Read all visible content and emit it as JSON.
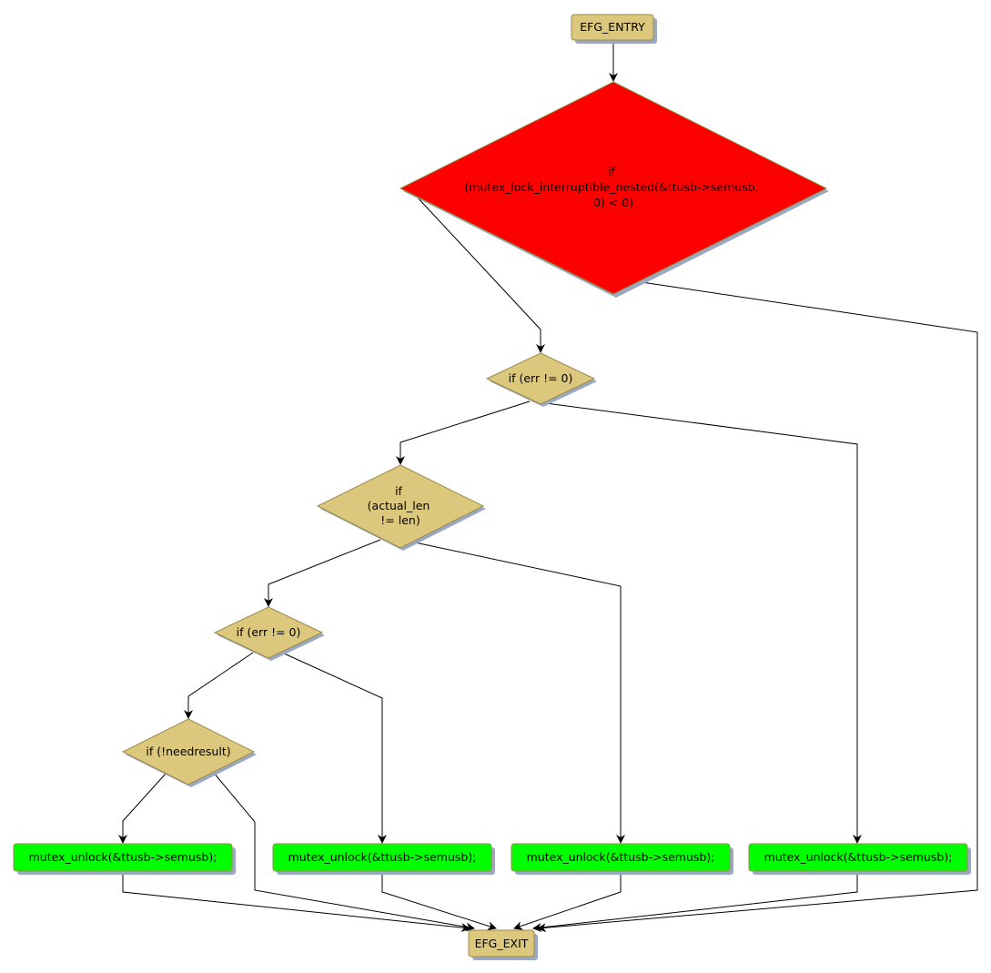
{
  "diagram": {
    "entry": {
      "label": "EFG_ENTRY"
    },
    "exit": {
      "label": "EFG_EXIT"
    },
    "decisions": [
      {
        "lines": [
          "if",
          "(mutex_lock_interruptible_nested(&ttusb->semusb,",
          "0) < 0)"
        ],
        "color": "#ff0000"
      },
      {
        "lines": [
          "if (err != 0)"
        ],
        "color": "#dcc87c"
      },
      {
        "lines": [
          "if",
          "(actual_len",
          "!= len)"
        ],
        "color": "#dcc87c"
      },
      {
        "lines": [
          "if (err != 0)"
        ],
        "color": "#dcc87c"
      },
      {
        "lines": [
          "if (!needresult)"
        ],
        "color": "#dcc87c"
      }
    ],
    "actions": [
      {
        "label": "mutex_unlock(&ttusb->semusb);",
        "color": "#00ff00"
      },
      {
        "label": "mutex_unlock(&ttusb->semusb);",
        "color": "#00ff00"
      },
      {
        "label": "mutex_unlock(&ttusb->semusb);",
        "color": "#00ff00"
      },
      {
        "label": "mutex_unlock(&ttusb->semusb);",
        "color": "#00ff00"
      }
    ]
  }
}
